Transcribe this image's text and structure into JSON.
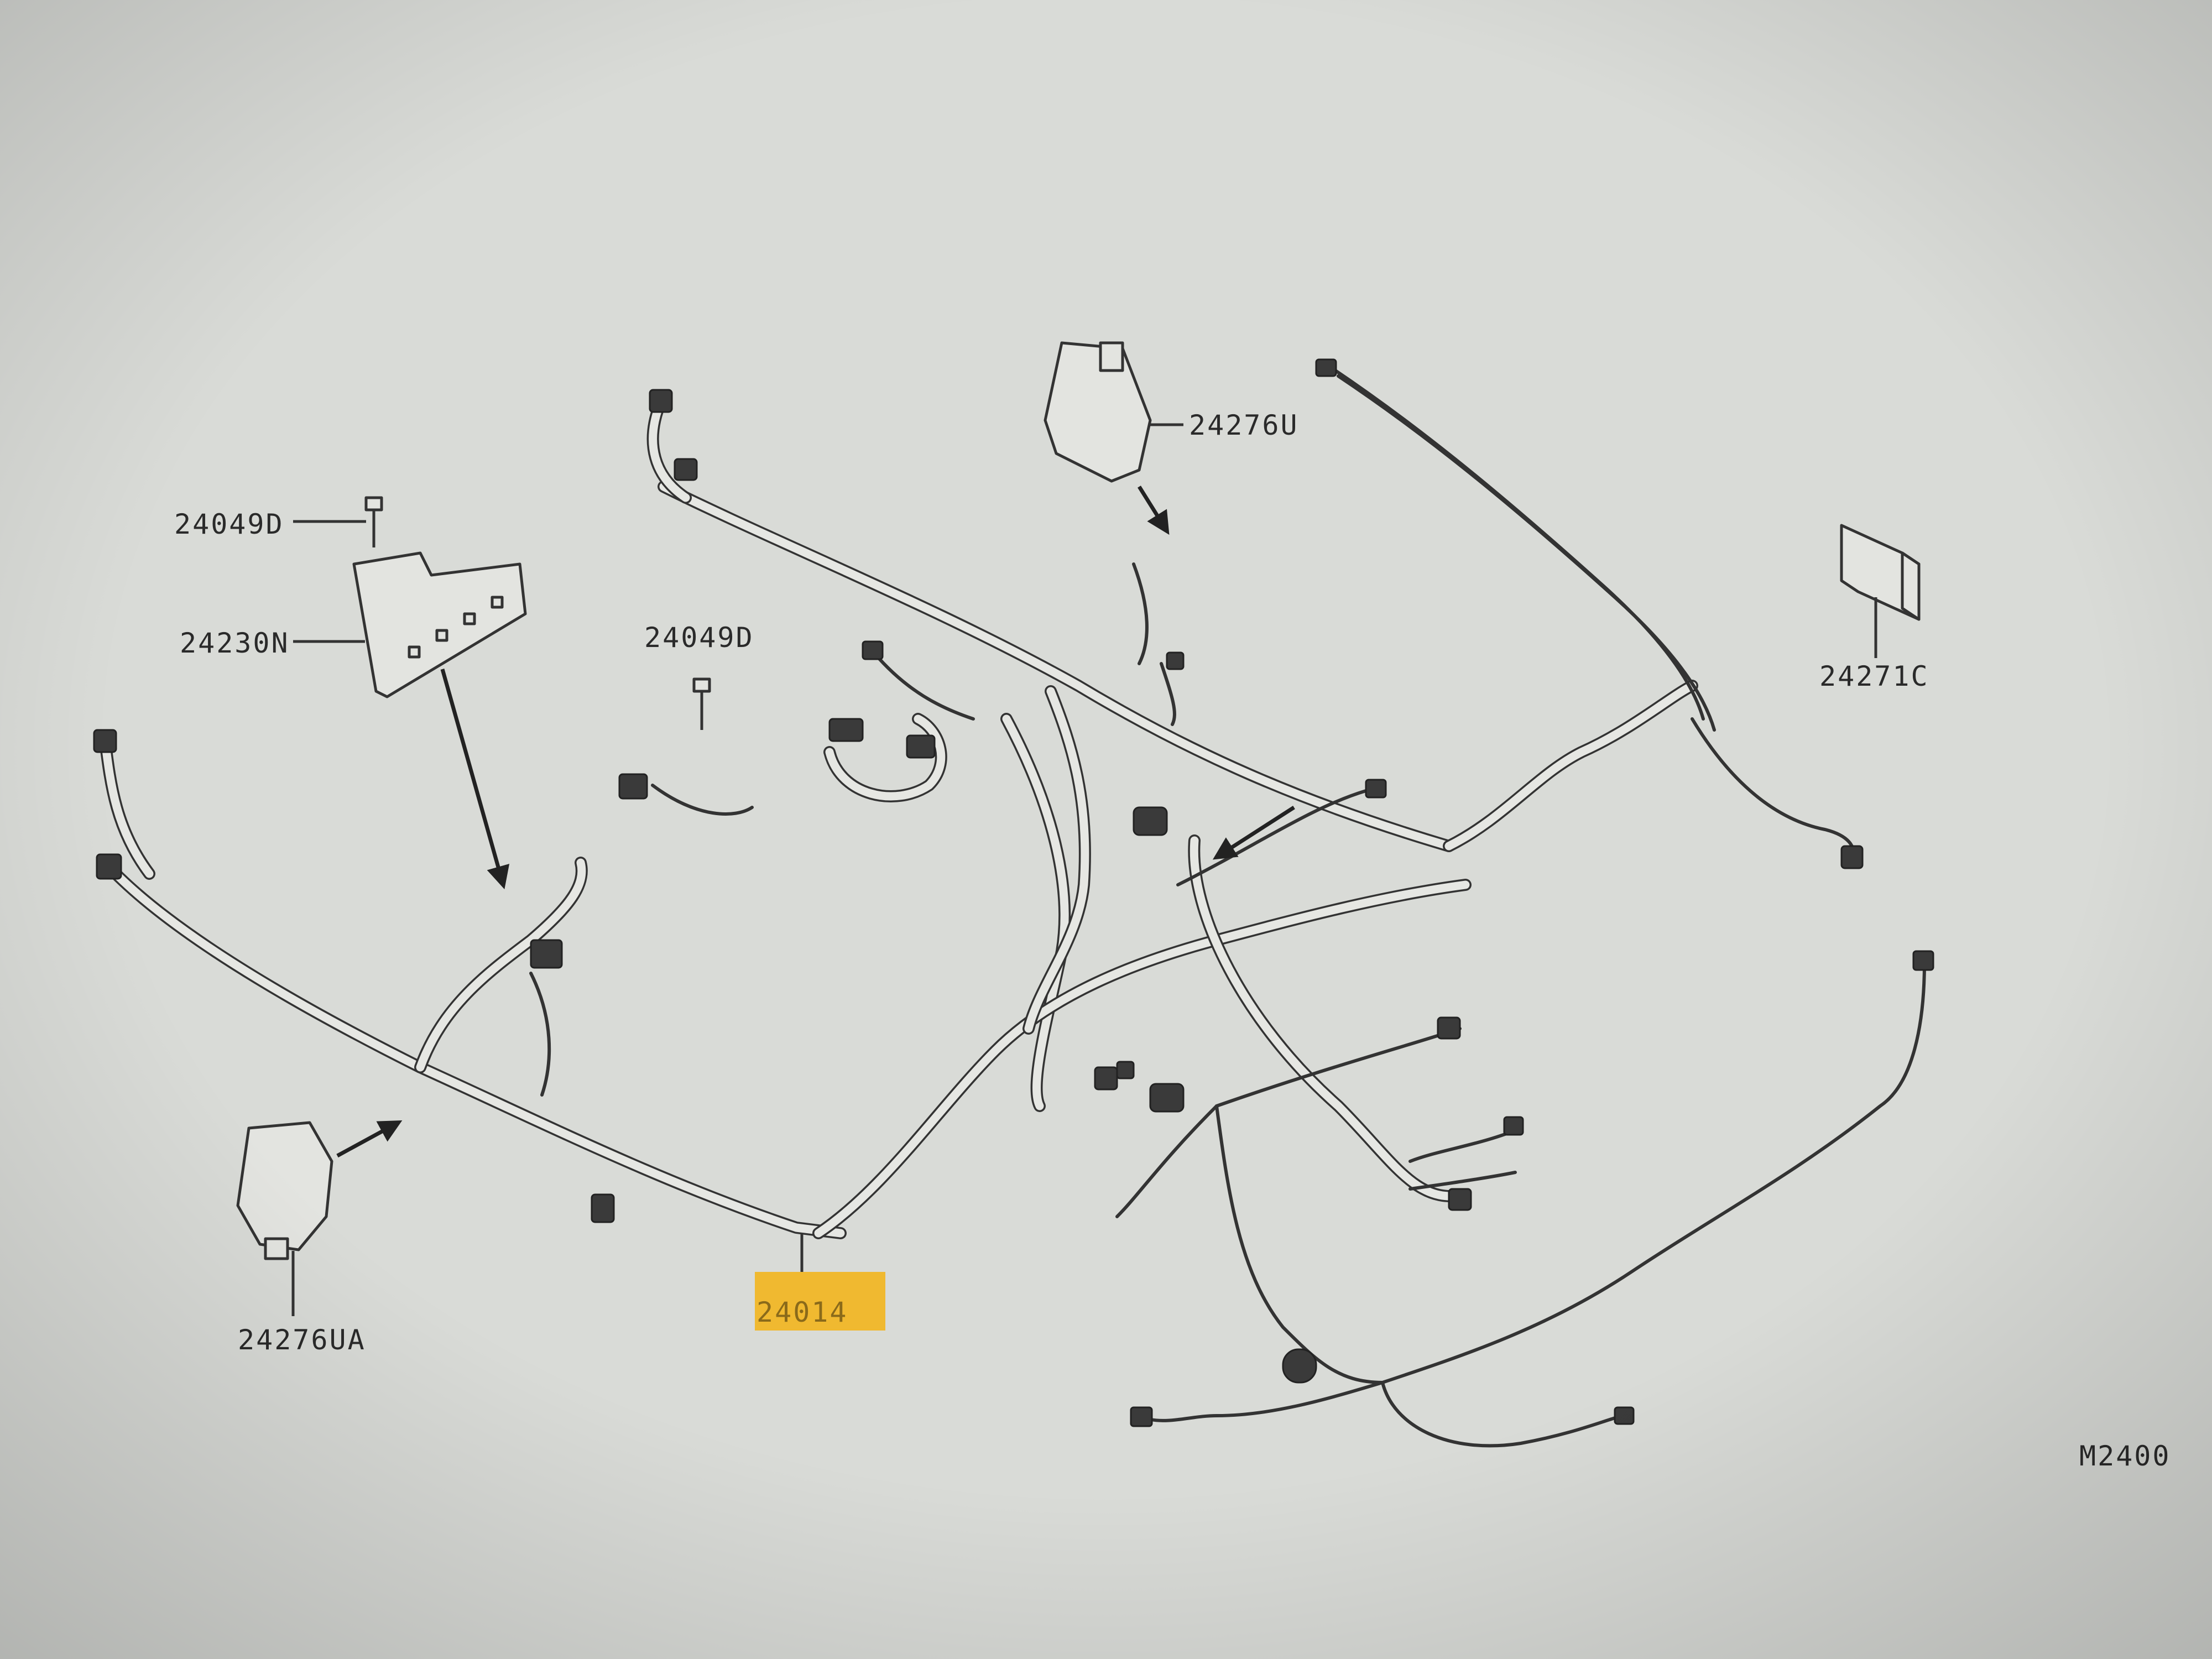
{
  "labels": {
    "p24049D_a": "24049D",
    "p24230N": "24230N",
    "p24049D_b": "24049D",
    "p24276U": "24276U",
    "p24271C": "24271C",
    "p24276UA": "24276UA",
    "p24014": "24014",
    "figure_code": "M2400"
  },
  "colors": {
    "paper": "#d9dbd7",
    "line": "#333333",
    "highlight": "#f2b51e"
  }
}
